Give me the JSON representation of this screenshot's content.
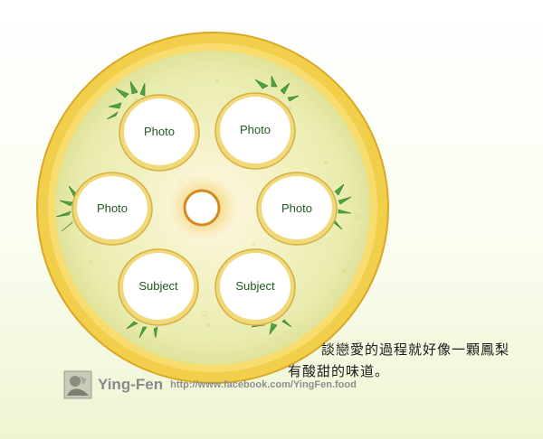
{
  "slots": [
    {
      "label": "Photo"
    },
    {
      "label": "Photo"
    },
    {
      "label": "Photo"
    },
    {
      "label": "Photo"
    },
    {
      "label": "Subject"
    },
    {
      "label": "Subject"
    }
  ],
  "caption": {
    "line1": "談戀愛的過程就好像一顆鳳梨",
    "line2": "有酸甜的味道。"
  },
  "signature": {
    "name": "Ying-Fen",
    "url": "http://www.facebook.com/YingFen.food"
  },
  "colors": {
    "plate_rim": "#e8c02c",
    "plate_fill": "#eef0b4",
    "leaf": "#4ea63c",
    "label": "#1f5a1f"
  }
}
